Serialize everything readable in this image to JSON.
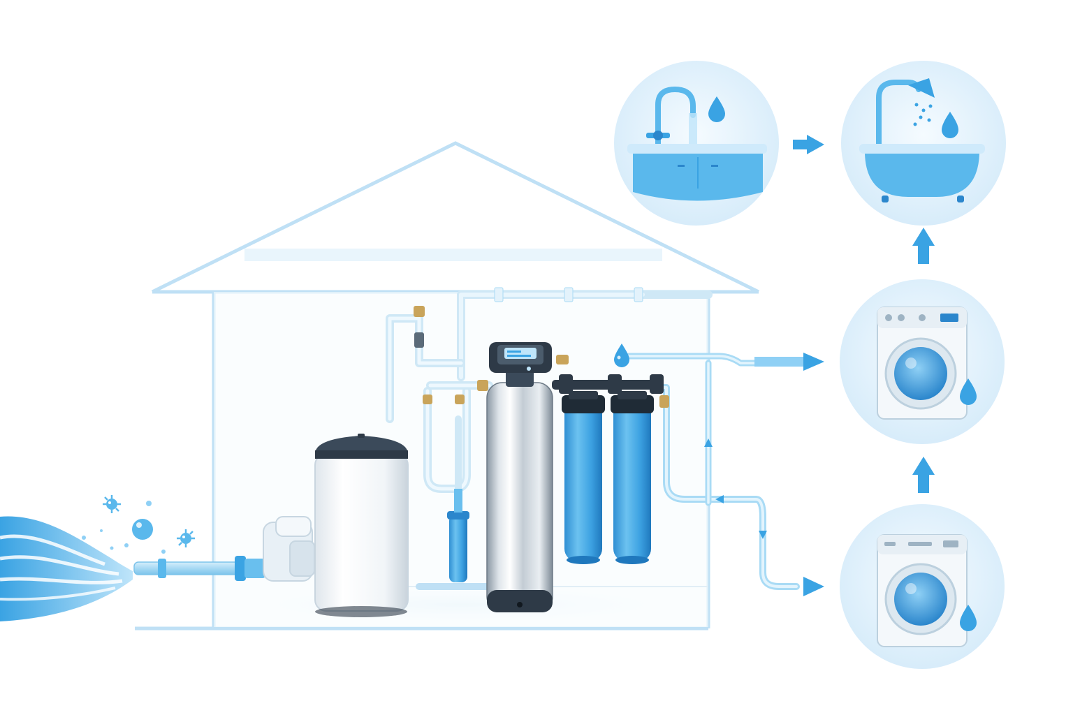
{
  "colors": {
    "outline": "#bfe0f5",
    "pipe": "#a9dbf5",
    "pipe_edge": "#7cc3ea",
    "accent": "#3aa3e3",
    "accent_dark": "#1f7fc4",
    "circle_fill": "#e4f3fc",
    "tank_white": "#f6fafc",
    "tank_cap": "#3b4a5a",
    "steel_light": "#e8edf1",
    "steel_dark": "#8a97a3",
    "brass": "#c9a45a",
    "water": "#5ab8ec"
  },
  "diagram": {
    "source": {
      "icon": "water-wave-icon",
      "contaminants": [
        "bacteria-icon",
        "bacteria-icon",
        "bubble-icon"
      ]
    },
    "equipment": [
      {
        "id": "brine-tank",
        "icon": "brine-tank-icon"
      },
      {
        "id": "softener-tank",
        "icon": "softener-tank-icon"
      },
      {
        "id": "control-valve",
        "icon": "control-valve-icon"
      },
      {
        "id": "filter-1",
        "icon": "filter-cartridge-icon"
      },
      {
        "id": "filter-2",
        "icon": "filter-cartridge-icon"
      }
    ],
    "outlets": [
      {
        "id": "kitchen-sink",
        "icon": "kitchen-sink-icon"
      },
      {
        "id": "bathtub",
        "icon": "bathtub-shower-icon"
      },
      {
        "id": "washing-machine-1",
        "icon": "washing-machine-icon"
      },
      {
        "id": "washing-machine-2",
        "icon": "washing-machine-icon"
      }
    ]
  }
}
